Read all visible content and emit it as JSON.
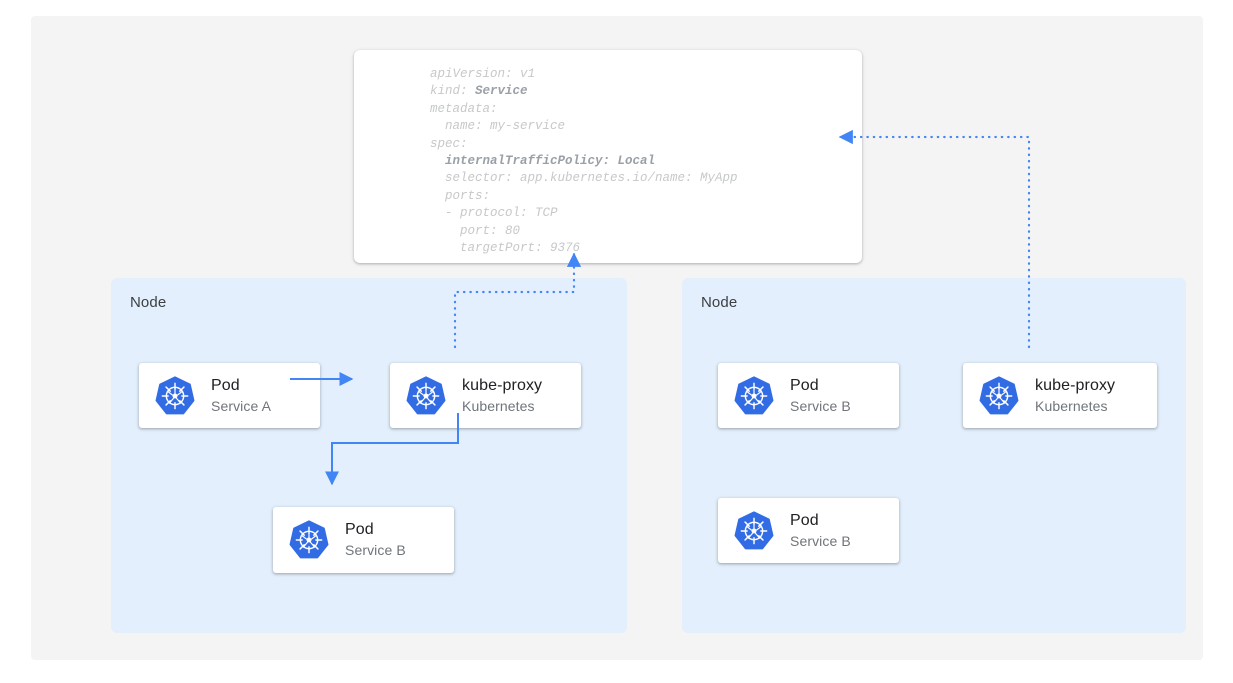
{
  "diagram": {
    "type": "kubernetes-architecture",
    "title": "Service internalTrafficPolicy Local traffic routing",
    "colors": {
      "canvas": "#ffffff",
      "panel": "#f4f4f4",
      "node_panel": "#e3effc",
      "card": "#ffffff",
      "accent_blue": "#4285f4",
      "kubernetes_blue": "#3367e0",
      "title_text": "#202124",
      "sub_text": "#70757a",
      "code_text": "#c6c8ca",
      "code_bold_text": "#9aa0a6"
    }
  },
  "manifest": {
    "name": "service-yaml",
    "lines": [
      {
        "text": "apiVersion: v1",
        "bold_from": null
      },
      {
        "text": "kind: ",
        "bold": "Service"
      },
      {
        "text": "metadata:",
        "bold_from": null
      },
      {
        "text": "  name: my-service",
        "bold_from": null
      },
      {
        "text": "spec:",
        "bold_from": null
      },
      {
        "text": "  ",
        "bold": "internalTrafficPolicy: Local"
      },
      {
        "text": "  selector: app.kubernetes.io/name: MyApp",
        "bold_from": null
      },
      {
        "text": "  ports:",
        "bold_from": null
      },
      {
        "text": "  - protocol: TCP",
        "bold_from": null
      },
      {
        "text": "    port: 80",
        "bold_from": null
      },
      {
        "text": "    targetPort: 9376",
        "bold_from": null
      }
    ],
    "fields": {
      "apiVersion": "v1",
      "kind": "Service",
      "metadata_name": "my-service",
      "internalTrafficPolicy": "Local",
      "selector": "app.kubernetes.io/name: MyApp",
      "protocol": "TCP",
      "port": "80",
      "targetPort": "9376"
    }
  },
  "nodes": [
    {
      "label": "Node",
      "side": "left",
      "cards": [
        {
          "title": "Pod",
          "subtitle": "Service A",
          "icon": "kubernetes-icon"
        },
        {
          "title": "kube-proxy",
          "subtitle": "Kubernetes",
          "icon": "kubernetes-icon"
        },
        {
          "title": "Pod",
          "subtitle": "Service B",
          "icon": "kubernetes-icon"
        }
      ]
    },
    {
      "label": "Node",
      "side": "right",
      "cards": [
        {
          "title": "Pod",
          "subtitle": "Service B",
          "icon": "kubernetes-icon"
        },
        {
          "title": "kube-proxy",
          "subtitle": "Kubernetes",
          "icon": "kubernetes-icon"
        },
        {
          "title": "Pod",
          "subtitle": "Service B",
          "icon": "kubernetes-icon"
        }
      ]
    }
  ],
  "connectors": [
    {
      "name": "pod-a-to-kube-proxy",
      "style": "solid",
      "from": "Pod Service A",
      "to": "kube-proxy (left node)"
    },
    {
      "name": "kube-proxy-to-pod-b",
      "style": "solid",
      "from": "kube-proxy (left node)",
      "to": "Pod Service B (left node)"
    },
    {
      "name": "kube-proxy-left-to-manifest",
      "style": "dotted",
      "from": "kube-proxy (left node)",
      "to": "Service manifest"
    },
    {
      "name": "kube-proxy-right-to-manifest",
      "style": "dotted",
      "from": "kube-proxy (right node)",
      "to": "Service manifest"
    }
  ]
}
